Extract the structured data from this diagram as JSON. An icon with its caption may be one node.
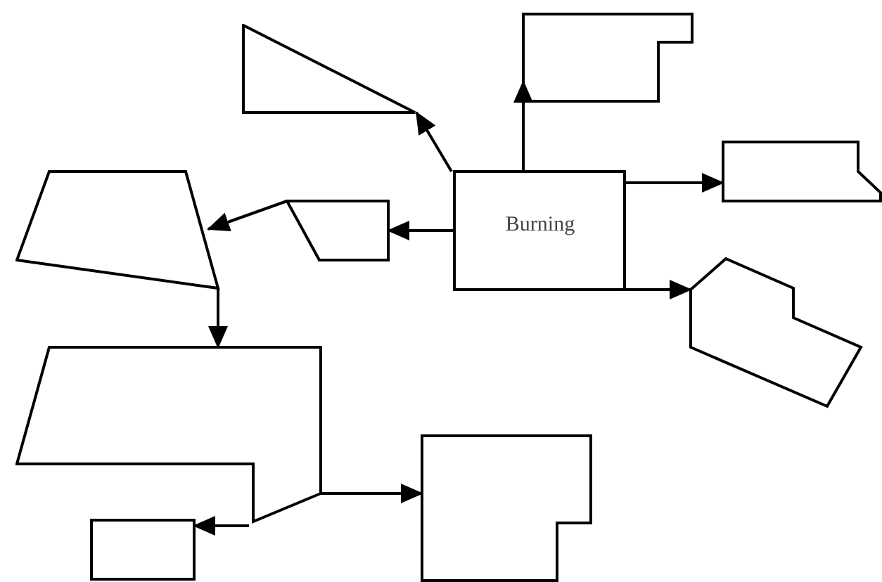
{
  "diagram": {
    "nodes": [
      {
        "text": [],
        "shape": "polygon"
      },
      {
        "text": [],
        "shape": "triangle"
      },
      {
        "text": [],
        "shape": "polygon"
      },
      {
        "text": [],
        "shape": "trapezoid"
      },
      {
        "text": [],
        "shape": "parallelogram"
      },
      {
        "text": [
          "Burning"
        ]
      },
      {
        "text": [],
        "shape": "polygon"
      },
      {
        "text": [],
        "shape": "polygon"
      },
      {
        "text": [],
        "shape": "polygon"
      },
      {
        "text": [],
        "shape": "box"
      }
    ],
    "edges": [
      {
        "from": 5,
        "to": 0,
        "arrow": "to"
      },
      {
        "from": 5,
        "to": 1,
        "arrow": "to"
      },
      {
        "from": 5,
        "to": 2,
        "arrow": "to"
      },
      {
        "from": 5,
        "to": 4,
        "arrow": "to"
      },
      {
        "from": 5,
        "to": 6,
        "arrow": "to"
      },
      {
        "from": 4,
        "to": 3,
        "arrow": "to"
      },
      {
        "from": 3,
        "to": 7,
        "arrow": "to"
      },
      {
        "from": 7,
        "to": 8,
        "arrow": "to"
      },
      {
        "from": 7,
        "to": 9,
        "arrow": "to"
      }
    ]
  }
}
